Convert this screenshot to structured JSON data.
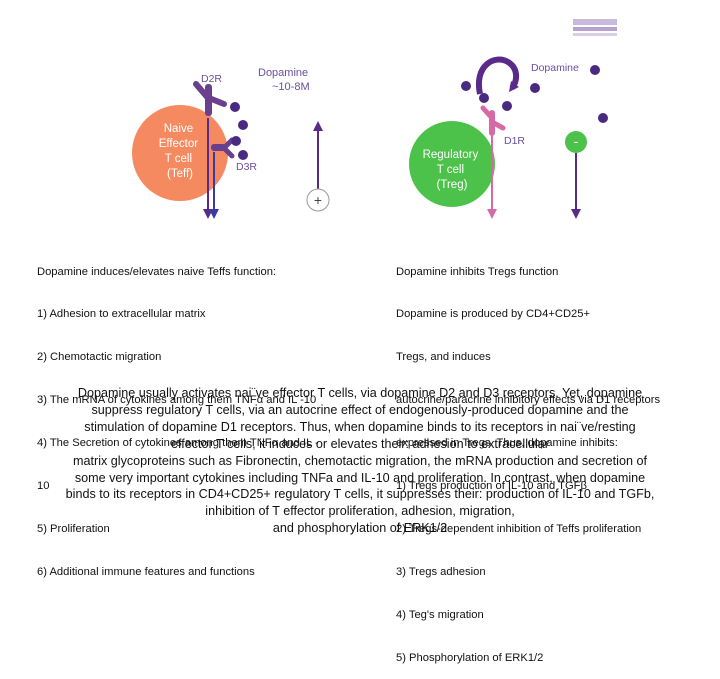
{
  "diagram": {
    "left": {
      "cell_lines": [
        "Naive",
        "Effector",
        "T cell",
        "(Teff)"
      ],
      "d2r_label": "D2R",
      "d3r_label": "D3R",
      "dopamine_label_lines": [
        "Dopamine",
        "~10-8M"
      ],
      "plus_sign": "+"
    },
    "right": {
      "cell_lines": [
        "Regulatory",
        "T cell",
        "(Treg)"
      ],
      "d1r_label": "D1R",
      "dopamine_label": "Dopamine",
      "minus_sign": "-"
    },
    "colors": {
      "teff_fill": "#f58a60",
      "treg_fill": "#4cc24a",
      "receptor_purple": "#6a3f8e",
      "d1r_pink": "#d56aa6",
      "dopamine_dot": "#4a2a80",
      "arrow_purple": "#5a2a8a",
      "label_purple": "#6a4fa0"
    }
  },
  "left_text": {
    "lines": [
      "Dopamine induces/elevates naive Teffs function:",
      "1) Adhesion to extracellular matrix",
      "2) Chemotactic migration",
      "3) The mRNA of cytokines among them TNFα and IL -10",
      "4) The Secretion of cytokines among them TNFα and IL -",
      "10",
      "5) Proliferation",
      "6) Additional immune features and functions"
    ]
  },
  "right_text": {
    "lines": [
      "Dopamine inhibits Tregs function",
      "Dopamine is produced by CD4+CD25+",
      "Tregs, and induces",
      "autocrine/paracrine inhibitory effects via D1 receptors",
      "expressed in Tregs. Thus, dopamine inhibits:",
      "1) Tregs production of IL-10 and TGFβ",
      "2) Tregs-dependent inhibition of Teffs proliferation",
      "3) Tregs adhesion",
      "4) Teg's migration",
      "5) Phosphorylation of ERK1/2"
    ]
  },
  "summary": {
    "lines": [
      "Dopamine usually activates nai¨ve effector T cells, via dopamine D2 and D3 receptors. Yet, dopamine",
      "suppress regulatory T cells, via an autocrine effect of endogenously-produced dopamine and the",
      "stimulation of dopamine D1 receptors. Thus, when dopamine binds to its receptors in nai¨ve/resting",
      "effector T cells, it induces or elevates their: adhesion to extracellular",
      "matrix glycoproteins such as Fibronectin, chemotactic migration, the mRNA production and secretion of",
      "some very important cytokines including TNFa and IL-10 and proliferation. In contrast, when dopamine",
      "binds to its receptors in CD4+CD25+ regulatory T cells, it suppresses their: production of IL-10 and TGFb,",
      "inhibition of T effector proliferation, adhesion, migration,",
      "and phosphorylation of ERK1/2"
    ]
  }
}
